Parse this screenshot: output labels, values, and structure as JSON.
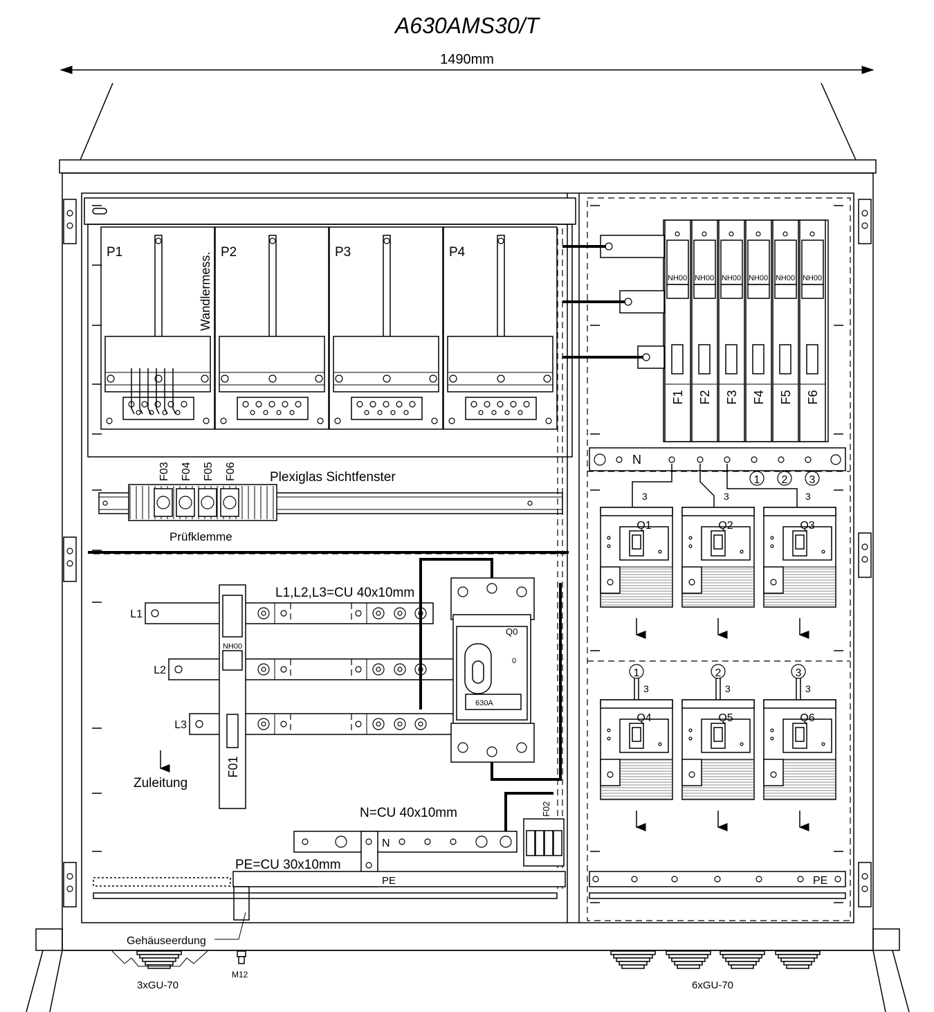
{
  "title": "A630AMS30/T",
  "width_label": "1490mm",
  "meters": [
    "P1",
    "P2",
    "P3",
    "P4"
  ],
  "wandler_label": "Wandlermess.",
  "test_fuses": [
    "F03",
    "F04",
    "F05",
    "F06"
  ],
  "window_label": "Plexiglas Sichtfenster",
  "test_terminal_label": "Prüfklemme",
  "busbar_spec": "L1,L2,L3=CU 40x10mm",
  "phases": [
    "L1",
    "L2",
    "L3"
  ],
  "main_fuse": {
    "label": "F01",
    "type": "NH00"
  },
  "feed_label": "Zuleitung",
  "main_breaker": {
    "label": "Q0",
    "rating": "630A",
    "pos": "0"
  },
  "n_spec": "N=CU 40x10mm",
  "n_label": "N",
  "pe_spec": "PE=CU 30x10mm",
  "pe_label": "PE",
  "surge_label": "F02",
  "housing_earth_label": "Gehäuseerdung",
  "bolt_label": "M12",
  "glands_left": "3xGU-70",
  "glands_right": "6xGU-70",
  "nh_fuses": [
    {
      "label": "F1",
      "type": "NH00"
    },
    {
      "label": "F2",
      "type": "NH00"
    },
    {
      "label": "F3",
      "type": "NH00"
    },
    {
      "label": "F4",
      "type": "NH00"
    },
    {
      "label": "F5",
      "type": "NH00"
    },
    {
      "label": "F6",
      "type": "NH00"
    }
  ],
  "breakers_top": [
    "Q1",
    "Q2",
    "Q3"
  ],
  "breakers_bottom": [
    "Q4",
    "Q5",
    "Q6"
  ],
  "circle_markers": [
    "1",
    "2",
    "3"
  ],
  "wire_count": "3"
}
